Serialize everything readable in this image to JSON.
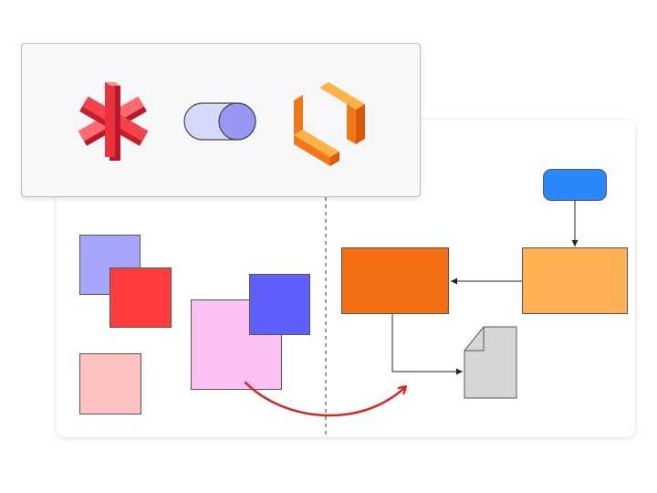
{
  "palette": {
    "background": "#ffffff",
    "panel_bg": "#f6f7f9",
    "asterisk_red": "#e8323c",
    "toggle_track": "#d7d9fb",
    "toggle_knob": "#9898f4",
    "orange_frame": "#f07818",
    "lavender": "#a6a6fb",
    "red": "#ff3d3f",
    "light_pink": "#ffc2c2",
    "pink": "#fcc0f2",
    "blue": "#5f5ffc",
    "dark_orange": "#f56e14",
    "light_orange": "#ffb052",
    "bright_blue": "#2a88ff",
    "grey_doc": "#d6d6d6",
    "arrow_red": "#e01f1f"
  },
  "shapes_panel": {
    "icons": [
      "asterisk-3d-icon",
      "toggle-icon",
      "orange-bracket-frame-icon"
    ]
  },
  "canvas": {
    "left_shapes": [
      "lavender-square",
      "red-square",
      "light-pink-square",
      "pink-square",
      "blue-square"
    ],
    "flowchart": [
      "blue-rounded-rect",
      "light-orange-rect",
      "dark-orange-rect",
      "document-shape"
    ]
  }
}
